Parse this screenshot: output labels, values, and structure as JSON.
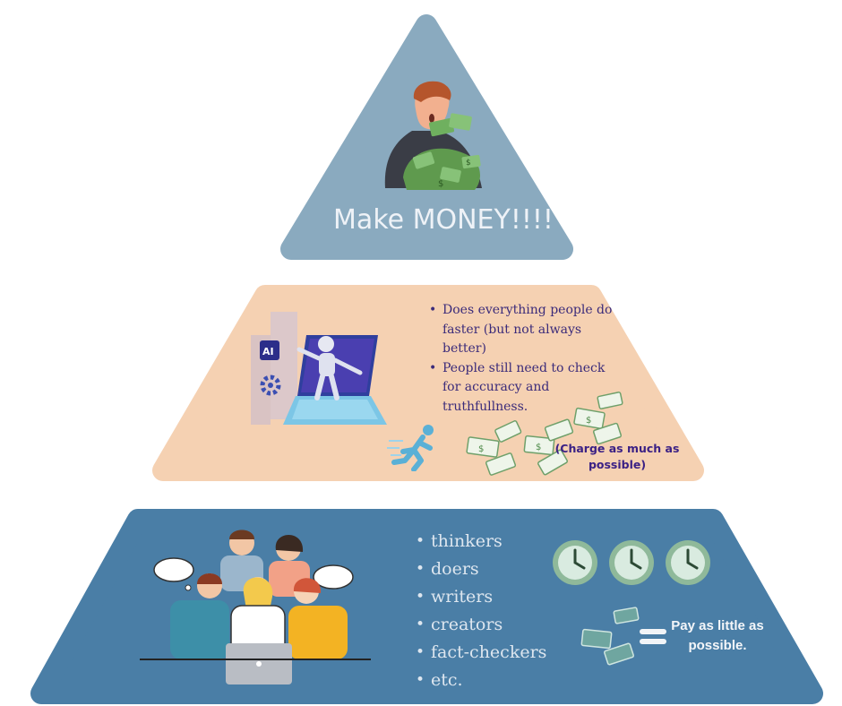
{
  "top_tier": {
    "title": "Make MONEY!!!!",
    "illustration": "man-hugging-cash-icon",
    "color": "#8aaabf"
  },
  "middle_tier": {
    "bullets": [
      "Does everything people do faster (but not always better)",
      "People still need to check for accuracy and truthfullness."
    ],
    "note": "(Charge as much as possible)",
    "illustrations": [
      "ai-robot-laptop-icon",
      "running-person-icon",
      "money-bills-icon"
    ],
    "color": "#f5d1b2",
    "text_color": "#3b2b7a"
  },
  "bottom_tier": {
    "bullets": [
      "thinkers",
      "doers",
      "writers",
      "creators",
      "fact-checkers",
      "etc."
    ],
    "pay_note": "Pay as little as possible.",
    "illustrations": [
      "group-of-people-laptop-icon",
      "clock-icon",
      "money-bills-icon",
      "equals-icon"
    ],
    "color": "#4a7ea6"
  }
}
